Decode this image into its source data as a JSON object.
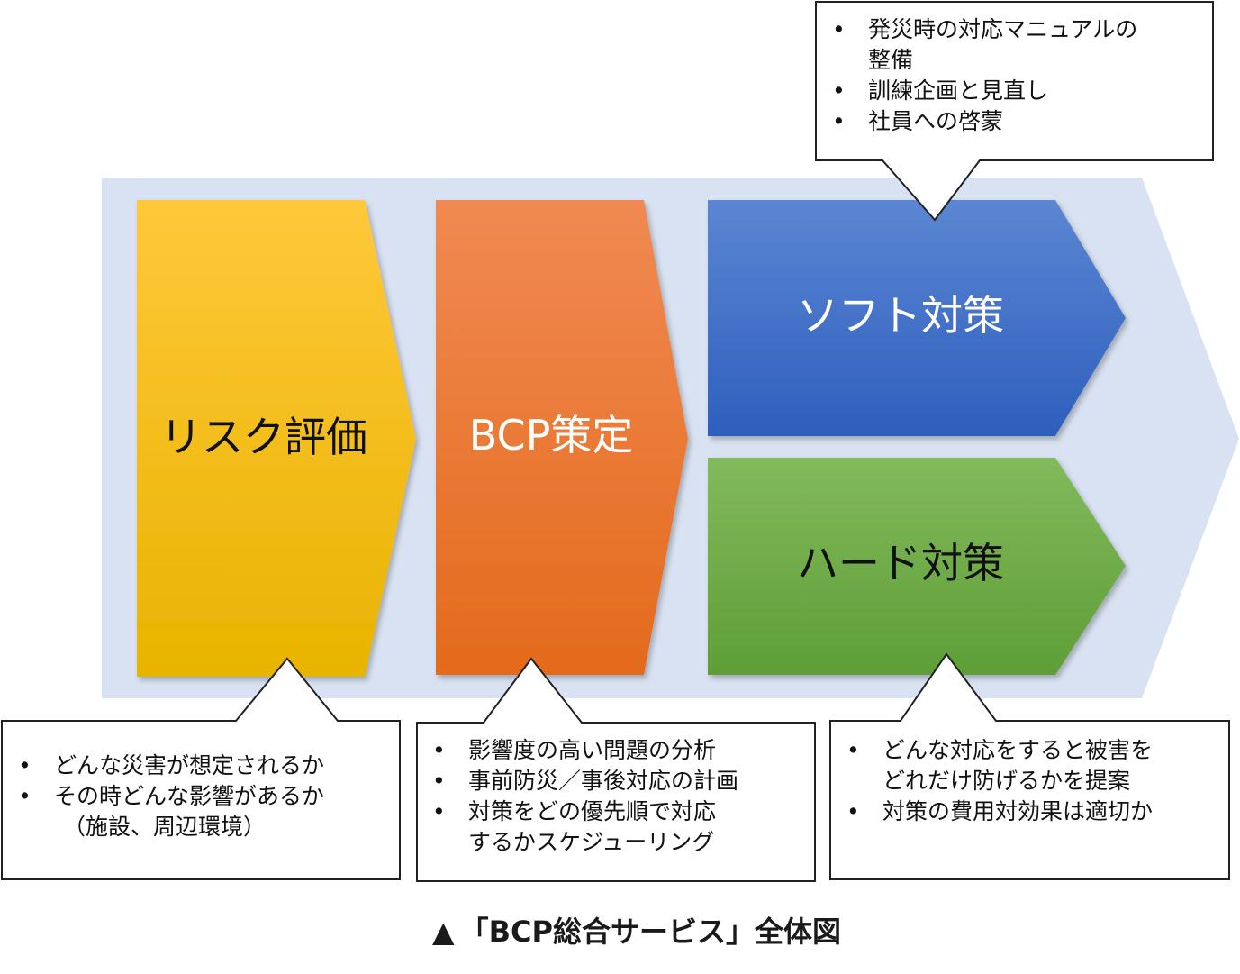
{
  "diagram": {
    "steps": {
      "risk": {
        "label": "リスク評価",
        "color_top": "#FFC83A",
        "color_bottom": "#E8B400"
      },
      "bcp": {
        "label": "BCP策定",
        "color_top": "#F08A52",
        "color_bottom": "#E46A1C"
      },
      "soft": {
        "label": "ソフト対策",
        "color_top": "#5B86D2",
        "color_bottom": "#2E5FBE"
      },
      "hard": {
        "label": "ハード対策",
        "color_top": "#82BA5C",
        "color_bottom": "#5E9E36"
      }
    },
    "background_arrow_color": "#D9E2F2"
  },
  "callouts": {
    "soft": {
      "items": [
        {
          "lines": [
            "発災時の対応マニュアルの",
            "整備"
          ]
        },
        {
          "lines": [
            "訓練企画と見直し"
          ]
        },
        {
          "lines": [
            "社員への啓蒙"
          ]
        }
      ]
    },
    "risk": {
      "items": [
        {
          "lines": [
            "どんな災害が想定されるか"
          ]
        },
        {
          "lines": [
            "その時どんな影響があるか",
            "（施設、周辺環境）"
          ]
        }
      ]
    },
    "bcp": {
      "items": [
        {
          "lines": [
            "影響度の高い問題の分析"
          ]
        },
        {
          "lines": [
            "事前防災／事後対応の計画"
          ]
        },
        {
          "lines": [
            "対策をどの優先順で対応",
            "するかスケジューリング"
          ]
        }
      ]
    },
    "hard": {
      "items": [
        {
          "lines": [
            "どんな対応をすると被害を",
            "どれだけ防げるかを提案"
          ]
        },
        {
          "lines": [
            "対策の費用対効果は適切か"
          ]
        }
      ]
    }
  },
  "caption": {
    "marker": "▲",
    "text": "「BCP総合サービス」全体図"
  }
}
